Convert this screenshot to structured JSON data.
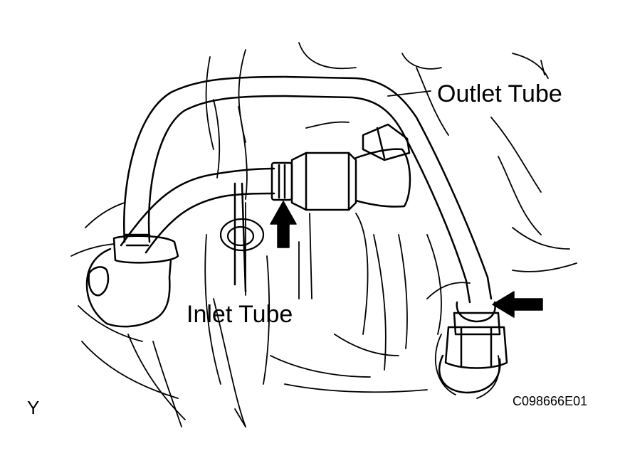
{
  "labels": {
    "outlet_tube": "Outlet Tube",
    "inlet_tube": "Inlet Tube",
    "view": "Y",
    "figure_code": "C098666E01"
  },
  "icons": {
    "arrow_upper": "arrow-up-icon",
    "arrow_right": "arrow-left-icon"
  },
  "colors": {
    "line": "#000000",
    "background": "#ffffff"
  }
}
